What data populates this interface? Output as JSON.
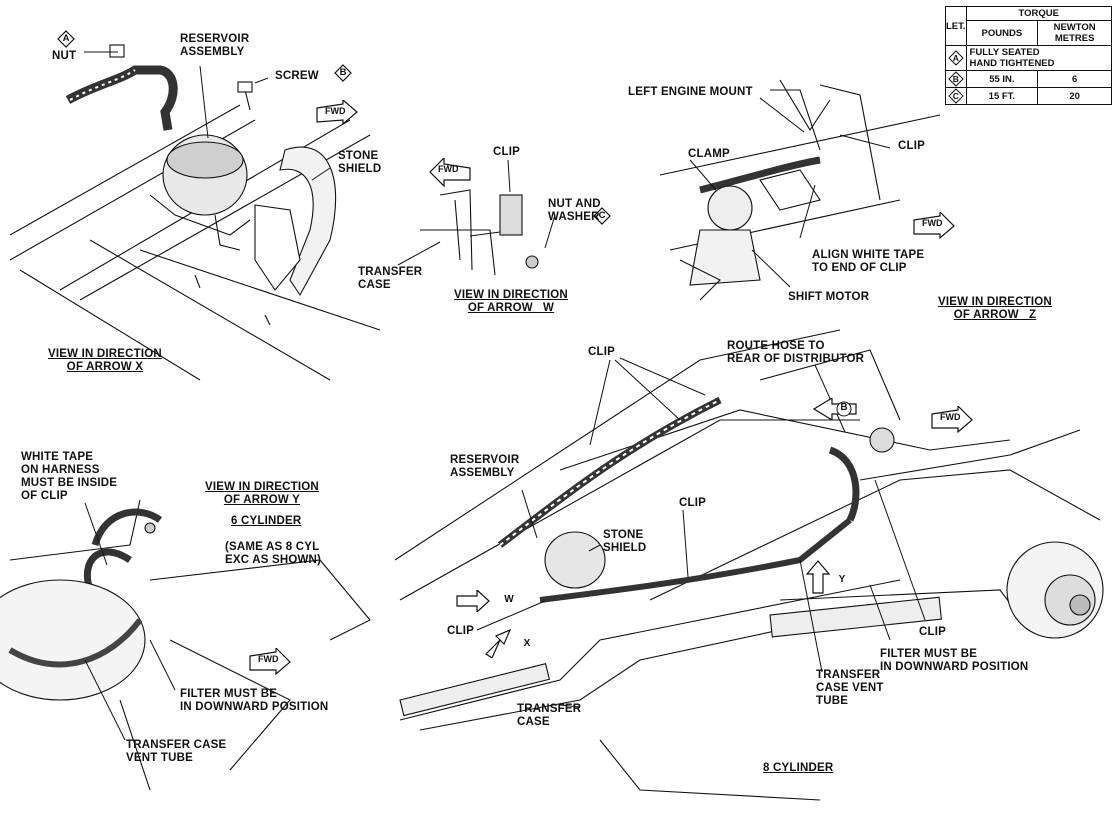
{
  "labels": {
    "nut": "NUT",
    "reservoir_x": "RESERVOIR\nASSEMBLY",
    "screw": "SCREW",
    "stone_shield_x": "STONE\nSHIELD",
    "view_x": "VIEW IN DIRECTION\nOF ARROW X",
    "clip_w": "CLIP",
    "nut_washer": "NUT AND\nWASHER",
    "transfer_case_w": "TRANSFER\nCASE",
    "view_w": "VIEW IN DIRECTION\nOF ARROW   W",
    "left_engine_mount": "LEFT ENGINE MOUNT",
    "clamp": "CLAMP",
    "clip_z": "CLIP",
    "align_tape": "ALIGN WHITE TAPE\nTO END OF CLIP",
    "shift_motor": "SHIFT MOTOR",
    "view_z": "VIEW IN DIRECTION\nOF ARROW   Z",
    "clip_top": "CLIP",
    "route_hose": "ROUTE HOSE TO\nREAR OF DISTRIBUTOR",
    "reservoir_main": "RESERVOIR\nASSEMBLY",
    "stone_shield_main": "STONE\nSHIELD",
    "clip_mid": "CLIP",
    "clip_left": "CLIP",
    "clip_right": "CLIP",
    "filter_right": "FILTER MUST BE\nIN DOWNWARD POSITION",
    "transfer_vent_main": "TRANSFER\nCASE VENT\nTUBE",
    "transfer_case_main": "TRANSFER\nCASE",
    "eight_cyl": "8 CYLINDER",
    "white_tape": "WHITE TAPE\nON HARNESS\nMUST BE INSIDE\nOF CLIP",
    "view_y": "VIEW IN DIRECTION\nOF ARROW Y",
    "six_cyl": "6 CYLINDER",
    "same_as": "(SAME AS 8 CYL\nEXC AS SHOWN)",
    "filter_left": "FILTER MUST BE\nIN DOWNWARD POSITION",
    "transfer_vent_left": "TRANSFER CASE\nVENT TUBE"
  },
  "tags": {
    "a": "A",
    "b": "B",
    "c": "C"
  },
  "arrows": {
    "fwd": "FWD",
    "w": "W",
    "x": "X",
    "y": "Y",
    "b": "B"
  },
  "torque_table": {
    "title": "TORQUE",
    "col_let": "LET.",
    "col_pounds": "POUNDS",
    "col_newton": "NEWTON\nMETRES",
    "rows": [
      {
        "let": "A",
        "note": "FULLY SEATED\nHAND TIGHTENED"
      },
      {
        "let": "B",
        "pounds": "55 IN.",
        "newton": "6"
      },
      {
        "let": "C",
        "pounds": "15 FT.",
        "newton": "20"
      }
    ]
  },
  "colors": {
    "ink": "#111111",
    "paper": "#ffffff",
    "shade": "#8a8a8a"
  }
}
